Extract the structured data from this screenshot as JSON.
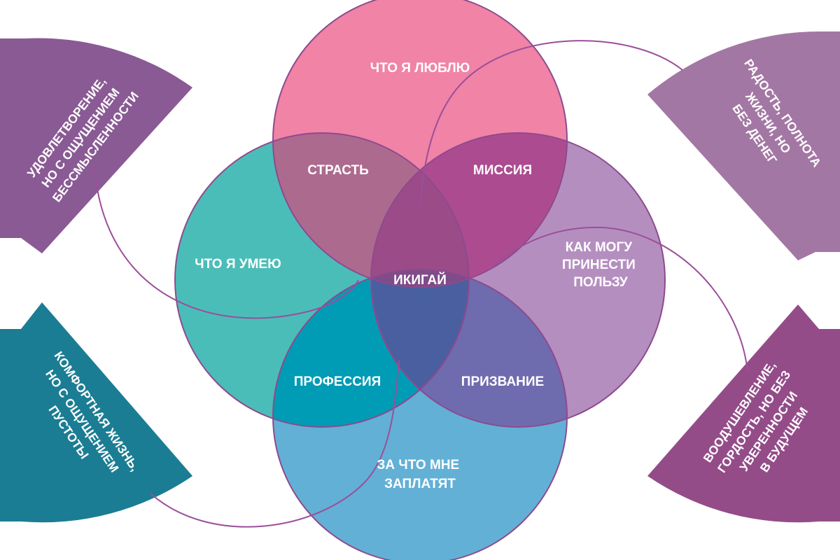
{
  "circles": {
    "love": {
      "label": "ЧТО Я ЛЮБЛЮ",
      "color": "#f083a6"
    },
    "good_at": {
      "label": "ЧТО Я УМЕЮ",
      "color": "#4bbdb8"
    },
    "world_needs": {
      "label_lines": [
        "КАК МОГУ",
        "ПРИНЕСТИ",
        "ПОЛЬЗУ"
      ],
      "color": "#b58ec0"
    },
    "paid_for": {
      "label_lines": [
        "ЗА ЧТО МНЕ",
        "ЗАПЛАТЯТ"
      ],
      "color": "#62b0d6"
    }
  },
  "intersections": {
    "passion": {
      "label": "СТРАСТЬ",
      "color": "#ad6a8f"
    },
    "mission": {
      "label": "МИССИЯ",
      "color": "#ad4b91"
    },
    "profession": {
      "label": "ПРОФЕССИЯ",
      "color": "#009bb5"
    },
    "vocation": {
      "label": "ПРИЗВАНИЕ",
      "color": "#6f6baf"
    },
    "top_center": {
      "color": "#9a4b88"
    },
    "bottom_center": {
      "color": "#4a5fa0"
    },
    "left_center": {
      "color": "#8a5a90"
    },
    "right_center": {
      "color": "#8e4f90"
    }
  },
  "center": {
    "label": "ИКИГАЙ",
    "color": "#7f4b88"
  },
  "wedges": {
    "top_left": {
      "lines": [
        "УДОВЛЕТВОРЕНИЕ,",
        "НО С ОЩУЩЕНИЕМ",
        "БЕССМЫСЛЕННОСТИ"
      ],
      "color": "#8a5a94"
    },
    "top_right": {
      "lines": [
        "РАДОСТЬ, ПОЛНОТА",
        "ЖИЗНИ, НО",
        "БЕЗ ДЕНЕГ"
      ],
      "color": "#a377a3"
    },
    "bottom_left": {
      "lines": [
        "КОМФОРТНАЯ ЖИЗНЬ,",
        "НО С ОЩУЩЕНИЕМ",
        "ПУСТОТЫ"
      ],
      "color": "#1b7d93"
    },
    "bottom_right": {
      "lines": [
        "ВООДУШЕВЛЕНИЕ,",
        "ГОРДОСТЬ, НО БЕЗ",
        "УВЕРЕННОСТИ",
        "В БУДУЩЕМ"
      ],
      "color": "#944c89"
    }
  },
  "connector_color": "#9b4f9a"
}
